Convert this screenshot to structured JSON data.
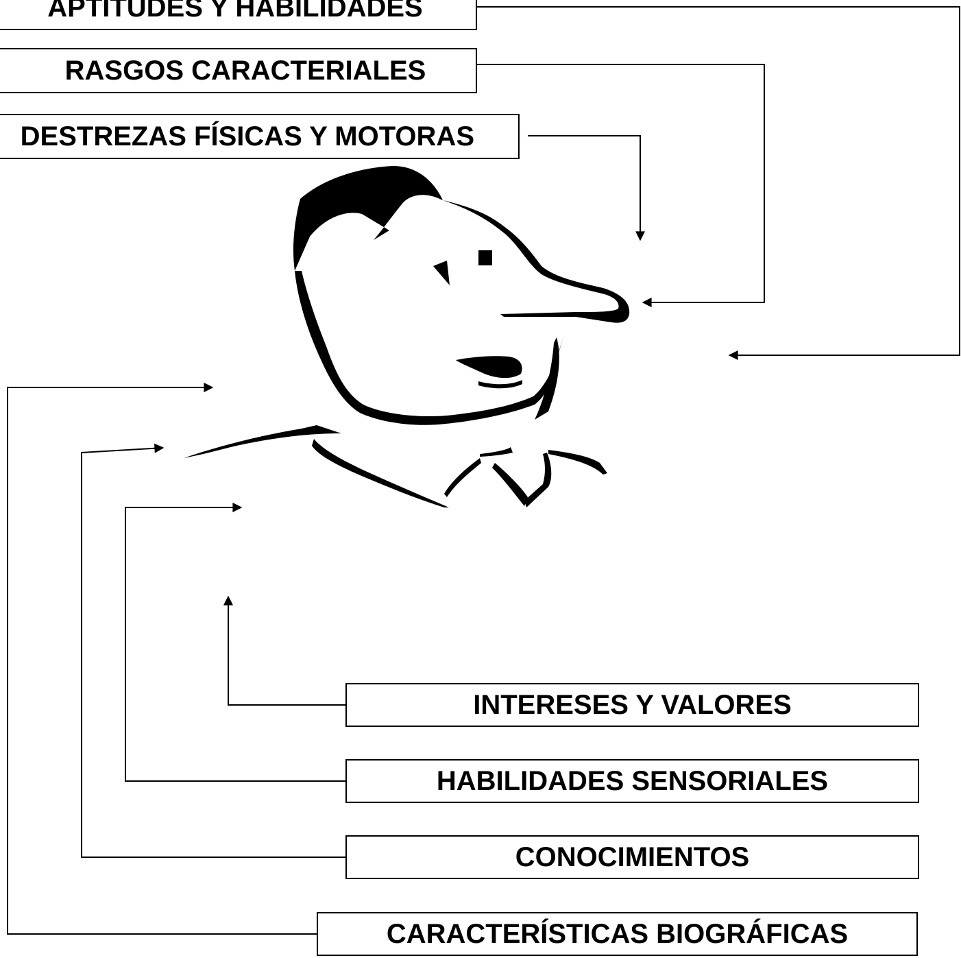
{
  "labels": {
    "aptitudes": "APTITUDES Y HABILIDADES",
    "rasgos": "RASGOS CARACTERIALES",
    "destrezas": "DESTREZAS FÍSICAS Y MOTORAS",
    "intereses": "INTERESES Y VALORES",
    "habilidades_sensoriales": "HABILIDADES SENSORIALES",
    "conocimientos": "CONOCIMIENTOS",
    "caracteristicas": "CARACTERÍSTICAS BIOGRÁFICAS"
  },
  "colors": {
    "stroke": "#000000",
    "background": "#ffffff"
  },
  "icons": {
    "figure": "person-head-icon"
  }
}
